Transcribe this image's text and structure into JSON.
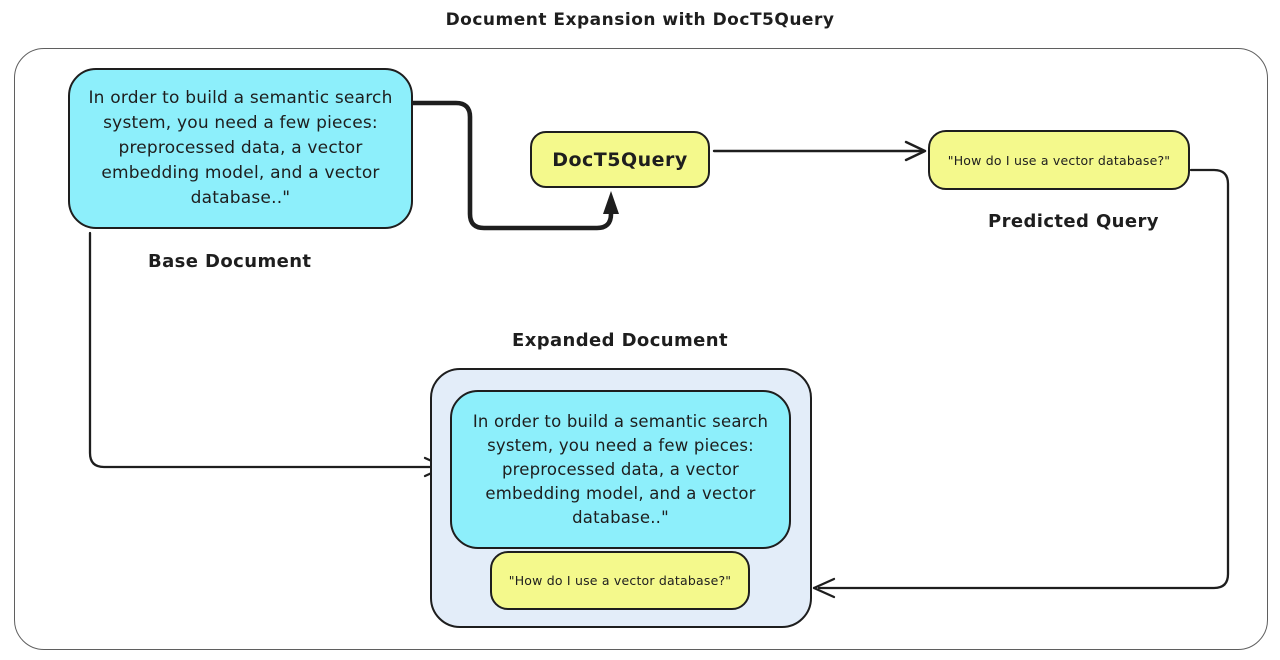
{
  "title": "Document Expansion with DocT5Query",
  "colors": {
    "ink": "#1e1e1e",
    "document_cyan": "#8deffb",
    "query_yellow": "#f4f98c",
    "expanded_panel_blue": "#e3edf9",
    "frame_gray": "#5f5f5f"
  },
  "base_document": {
    "text": "In order to build a semantic search system, you need a few pieces: preprocessed data, a vector embedding model, and a vector database..\"",
    "label": "Base Document"
  },
  "model": {
    "label": "DocT5Query"
  },
  "predicted_query": {
    "text": "\"How do I use a vector database?\"",
    "label": "Predicted Query"
  },
  "expanded_document": {
    "label": "Expanded Document",
    "document_text": "In order to build a semantic search system, you need a few pieces: preprocessed data, a vector embedding model, and a vector database..\"",
    "query_text": "\"How do I use a vector database?\""
  }
}
